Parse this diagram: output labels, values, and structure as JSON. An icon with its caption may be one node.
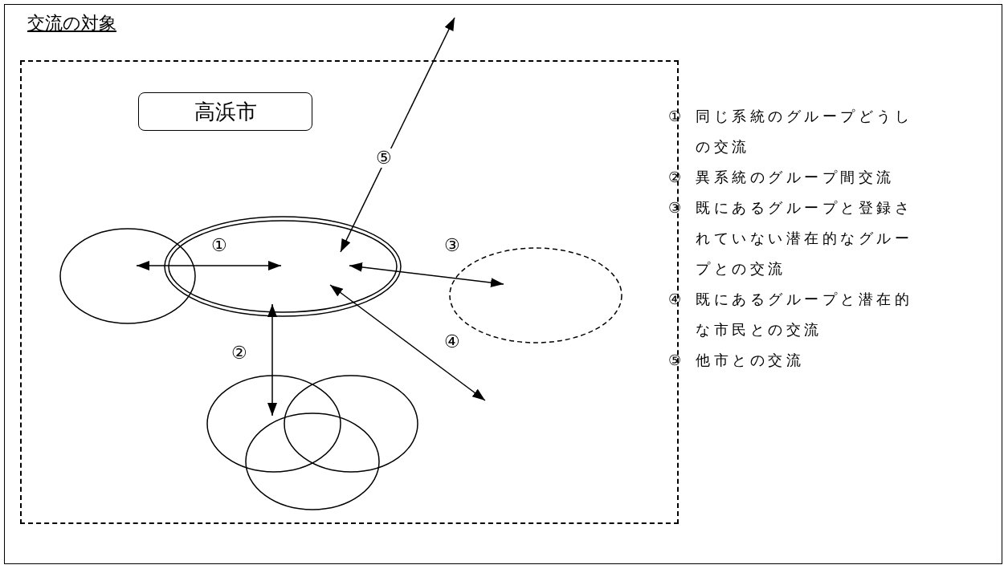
{
  "diagram": {
    "title": "交流の対象",
    "nodes": [
      {
        "text": [],
        "shape": "box"
      },
      {
        "text": [
          "高浜市"
        ],
        "in": 0
      },
      {
        "text": [],
        "shape": "circle",
        "in": 0
      },
      {
        "text": [],
        "shape": "circle",
        "in": 0
      },
      {
        "text": [],
        "shape": "circle",
        "in": 0
      },
      {
        "text": [],
        "shape": "circle",
        "in": 0
      },
      {
        "text": [],
        "shape": "circle",
        "in": 0
      },
      {
        "text": [],
        "shape": "circle",
        "in": 0
      }
    ],
    "edges": [
      {
        "from": 2,
        "to": 3,
        "arrow": "both",
        "label": "①"
      },
      {
        "from": 3,
        "to": 5,
        "arrow": "both",
        "label": "②"
      },
      {
        "from": 3,
        "to": 4,
        "arrow": "both",
        "label": "③"
      },
      {
        "from": 3,
        "to": null,
        "arrow": "both",
        "label": "④"
      },
      {
        "from": 3,
        "to": null,
        "arrow": "both",
        "label": "⑤"
      }
    ],
    "labels": [
      "①",
      "同じ系統のグループどうしの交流",
      "②",
      "異系統のグループ間交流",
      "③",
      "既にあるグループと登録されていない潜在的なグループとの交流",
      "④",
      "既にあるグループと潜在的な市民との交流",
      "⑤",
      "他市との交流"
    ]
  }
}
